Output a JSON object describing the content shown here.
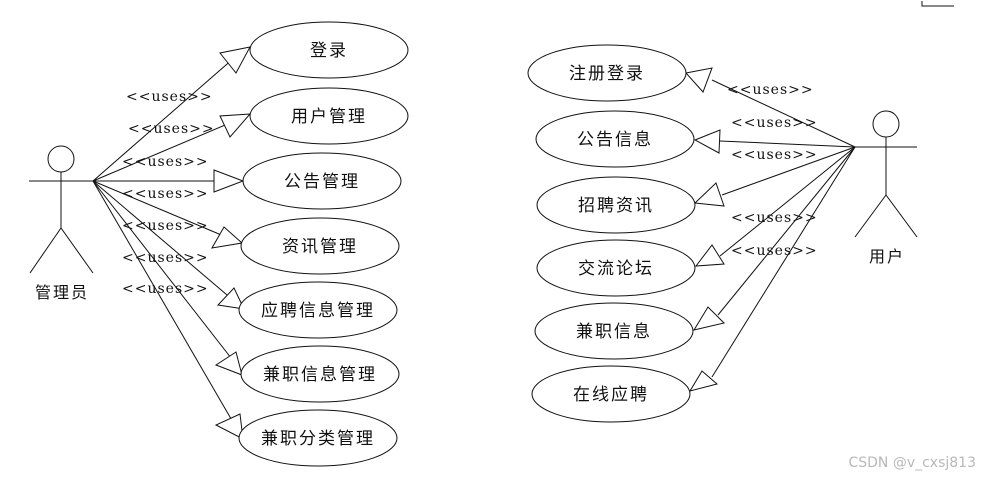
{
  "admin_actor": {
    "label": "管理员"
  },
  "user_actor": {
    "label": "用户"
  },
  "uses_label": "<<uses>>",
  "admin_use_cases": [
    {
      "label": "登录"
    },
    {
      "label": "用户管理"
    },
    {
      "label": "公告管理"
    },
    {
      "label": "资讯管理"
    },
    {
      "label": "应聘信息管理"
    },
    {
      "label": "兼职信息管理"
    },
    {
      "label": "兼职分类管理"
    }
  ],
  "user_use_cases": [
    {
      "label": "注册登录"
    },
    {
      "label": "公告信息"
    },
    {
      "label": "招聘资讯"
    },
    {
      "label": "交流论坛"
    },
    {
      "label": "兼职信息"
    },
    {
      "label": "在线应聘"
    }
  ],
  "watermark": "CSDN @v_cxsj813",
  "colors": {
    "line": "#111111",
    "background": "#ffffff",
    "watermark": "#b8b8b8"
  }
}
